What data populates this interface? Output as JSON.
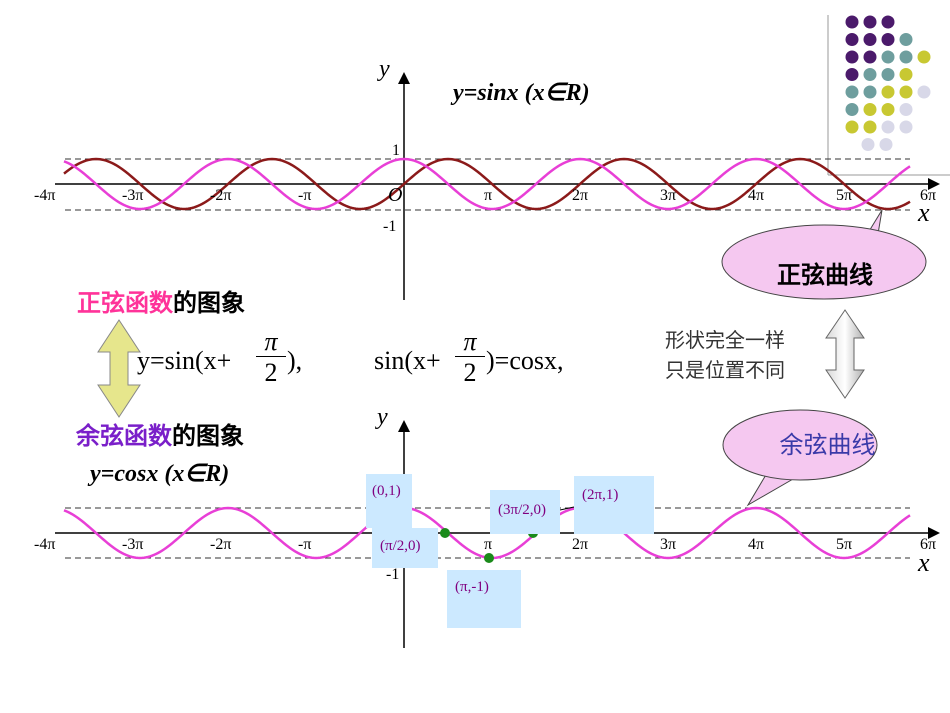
{
  "top_graph": {
    "y_label": "y",
    "x_label": "x",
    "title": "y=sinx  (x∈R)",
    "origin": "O",
    "tick_one": "1",
    "tick_neg_one": "-1",
    "x_ticks": [
      "-4π",
      "-3π",
      "-2π",
      "-π",
      "π",
      "2π",
      "3π",
      "4π",
      "5π",
      "6π"
    ]
  },
  "bottom_graph": {
    "y_label": "y",
    "x_label": "x",
    "title": "y=cosx  (x∈R)",
    "tick_neg_one": "-1",
    "x_ticks": [
      "-4π",
      "-3π",
      "-2π",
      "-π",
      "π",
      "2π",
      "3π",
      "4π",
      "5π",
      "6π"
    ]
  },
  "headings": {
    "sine_colored": "正弦函数",
    "sine_rest": "的图象",
    "cosine_colored": "余弦函数",
    "cosine_rest": "的图象"
  },
  "formulas": {
    "shift_left": "y=sin(x+",
    "shift_right": "),",
    "identity_left": "sin(x+",
    "identity_right": ")=cosx,",
    "pi": "π",
    "two": "2"
  },
  "bubbles": {
    "sine": "正弦曲线",
    "cosine": "余弦曲线"
  },
  "note": {
    "line1": "形状完全一样",
    "line2": "只是位置不同"
  },
  "point_labels": {
    "p1": "(0,1)",
    "p2": "(π/2,0)",
    "p3": "(π,-1)",
    "p4": "(3π/2,0)",
    "p5": "(2π,1)"
  },
  "colors": {
    "sine_curve": "#8b1a1a",
    "cosine_curve": "#e83fd6",
    "sine_heading": "#ff3399",
    "cosine_heading": "#7a1fc9",
    "bubble_fill": "#f5c8f0",
    "callout_fill": "#cce9ff",
    "point": "#1a8a1a",
    "arrow_fill": "#e6e68c"
  },
  "decoration_dots": {
    "rows": [
      [
        "#4b1a6b",
        "#4b1a6b",
        "#4b1a6b"
      ],
      [
        "#4b1a6b",
        "#4b1a6b",
        "#4b1a6b",
        "#6e9e9e"
      ],
      [
        "#4b1a6b",
        "#4b1a6b",
        "#6e9e9e",
        "#6e9e9e",
        "#c8c832"
      ],
      [
        "#4b1a6b",
        "#6e9e9e",
        "#6e9e9e",
        "#c8c832"
      ],
      [
        "#6e9e9e",
        "#6e9e9e",
        "#c8c832",
        "#c8c832",
        "#d8d8e8"
      ],
      [
        "#6e9e9e",
        "#c8c832",
        "#c8c832",
        "#d8d8e8"
      ],
      [
        "#c8c832",
        "#c8c832",
        "#d8d8e8",
        "#d8d8e8"
      ],
      [
        "#d8d8e8",
        "#d8d8e8"
      ]
    ]
  }
}
